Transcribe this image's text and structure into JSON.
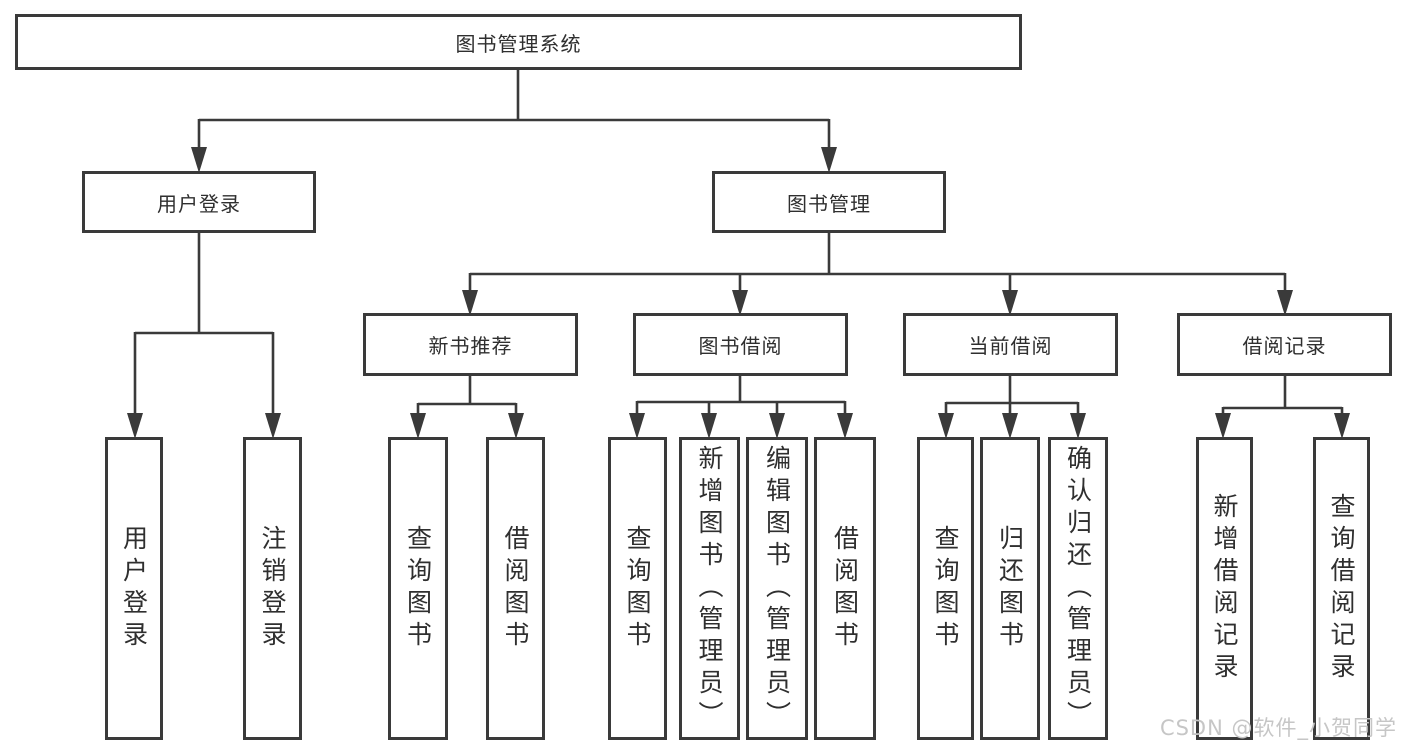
{
  "diagram": {
    "root": {
      "label": "图书管理系统"
    },
    "branches": [
      {
        "label": "用户登录",
        "children": [
          {
            "label": "用户登录"
          },
          {
            "label": "注销登录"
          }
        ]
      },
      {
        "label": "图书管理",
        "children": [
          {
            "label": "新书推荐",
            "children": [
              {
                "label": "查询图书"
              },
              {
                "label": "借阅图书"
              }
            ]
          },
          {
            "label": "图书借阅",
            "children": [
              {
                "label": "查询图书"
              },
              {
                "label": "新增图书（管理员）"
              },
              {
                "label": "编辑图书（管理员）"
              },
              {
                "label": "借阅图书"
              }
            ]
          },
          {
            "label": "当前借阅",
            "children": [
              {
                "label": "查询图书"
              },
              {
                "label": "归还图书"
              },
              {
                "label": "确认归还（管理员）"
              }
            ]
          },
          {
            "label": "借阅记录",
            "children": [
              {
                "label": "新增借阅记录"
              },
              {
                "label": "查询借阅记录"
              }
            ]
          }
        ]
      }
    ]
  },
  "watermark": {
    "text": "CSDN @软件_小贺同学"
  },
  "colors": {
    "line": "#3a3a3a",
    "text": "#2f2f2f",
    "watermark": "#c6c6c6",
    "background": "#ffffff"
  }
}
